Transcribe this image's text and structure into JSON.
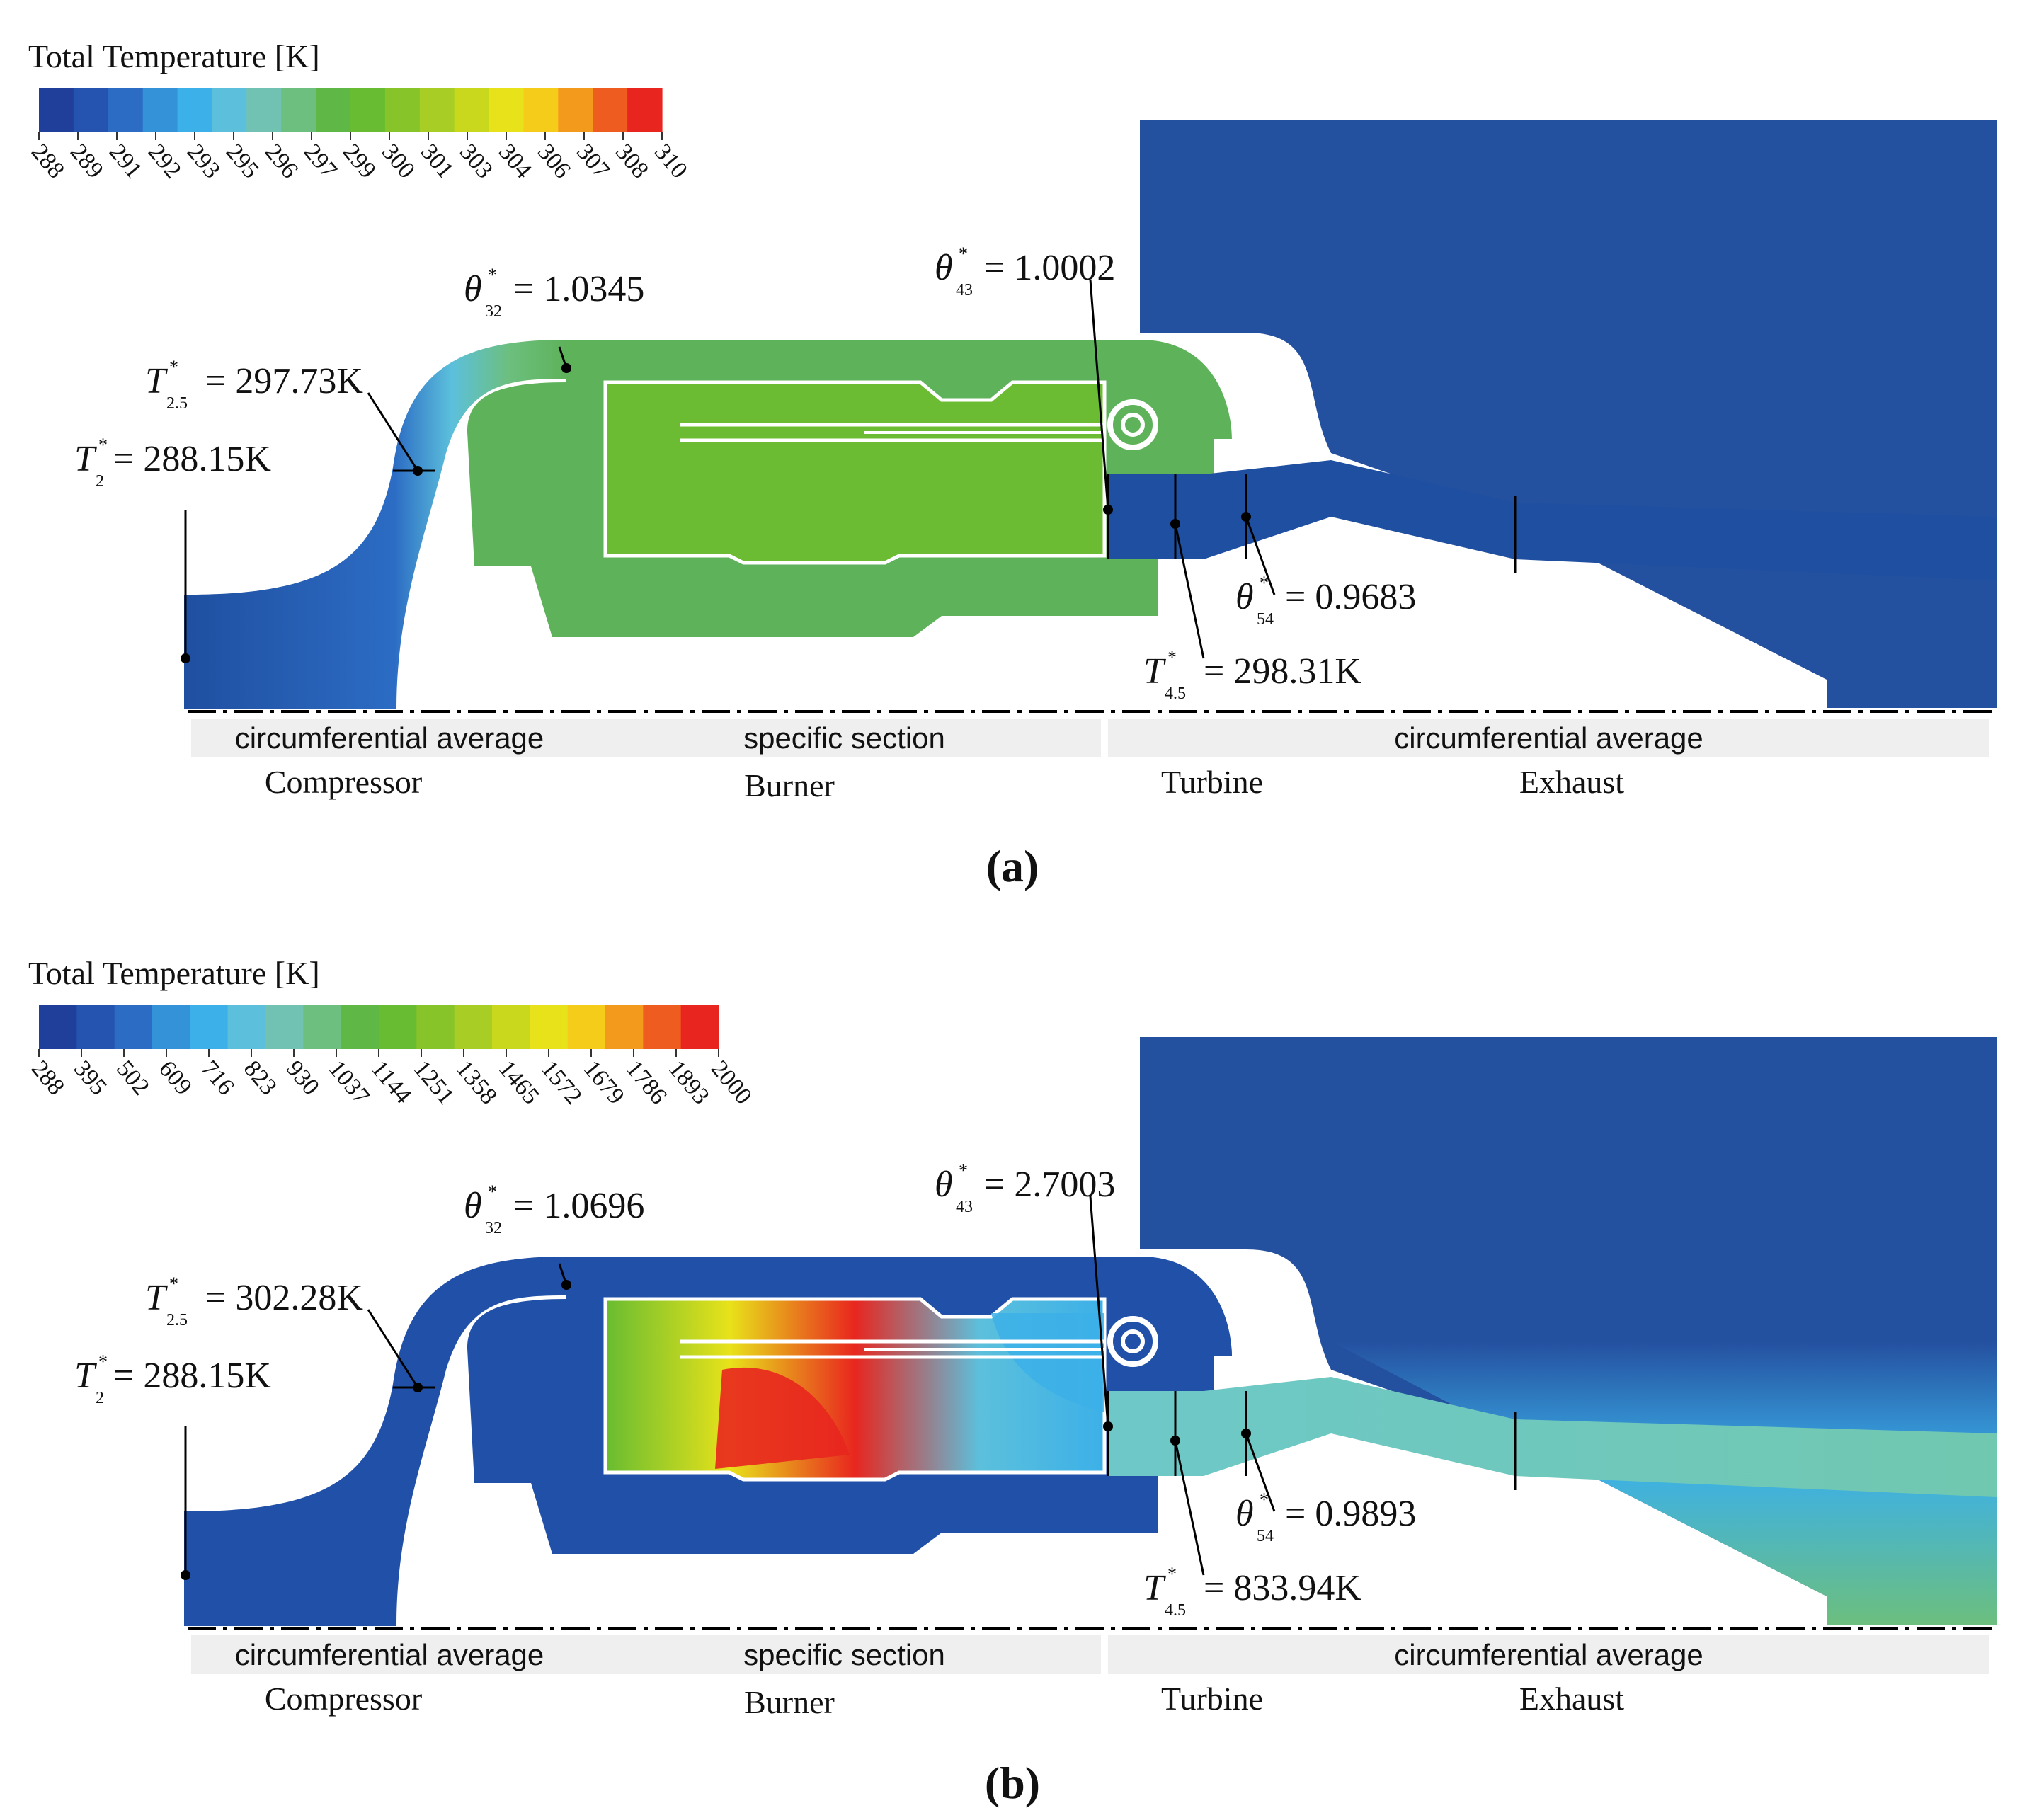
{
  "panels": [
    {
      "id": "a",
      "caption": "(a)",
      "colorbar": {
        "title": "Total Temperature  [K]",
        "ticks": [
          "288",
          "289",
          "291",
          "292",
          "293",
          "295",
          "296",
          "297",
          "299",
          "300",
          "301",
          "303",
          "304",
          "306",
          "307",
          "308",
          "310"
        ],
        "colors": [
          "#1f3f9b",
          "#2454b0",
          "#2c6cc4",
          "#3392d8",
          "#3cb0e8",
          "#5cc0dc",
          "#72c2b4",
          "#6cbf7e",
          "#5fb845",
          "#68bc31",
          "#86c42a",
          "#a8cd24",
          "#cad81d",
          "#e8e21a",
          "#f6cc1a",
          "#f39a1d",
          "#ef5c1f",
          "#e8261f"
        ],
        "region_colors": {
          "compressor": "#5eb25a",
          "burner": "#6cbc33",
          "duct": "#1f4fa0",
          "background": "#2450a0"
        }
      },
      "annotations": {
        "t2": {
          "sym": "T",
          "sup": "*",
          "sub": "2",
          "value": "= 288.15K"
        },
        "t25": {
          "sym": "T",
          "sup": "*",
          "sub": "2.5",
          "value": "= 297.73K"
        },
        "th32": {
          "sym": "θ",
          "sup": "*",
          "sub": "32",
          "value": "= 1.0345"
        },
        "th43": {
          "sym": "θ",
          "sup": "*",
          "sub": "43",
          "value": "= 1.0002"
        },
        "th54": {
          "sym": "θ",
          "sup": "*",
          "sub": "54",
          "value": "= 0.9683"
        },
        "t45": {
          "sym": "T",
          "sup": "*",
          "sub": "4.5",
          "value": "= 298.31K"
        }
      },
      "bands": [
        "circumferential average",
        "specific section",
        "circumferential average"
      ],
      "components": [
        "Compressor",
        "Burner",
        "Turbine",
        "Exhaust"
      ]
    },
    {
      "id": "b",
      "caption": "(b)",
      "colorbar": {
        "title": "Total Temperature  [K]",
        "ticks": [
          "288",
          "395",
          "502",
          "609",
          "716",
          "823",
          "930",
          "1037",
          "1144",
          "1251",
          "1358",
          "1465",
          "1572",
          "1679",
          "1786",
          "1893",
          "2000"
        ],
        "colors": [
          "#1f3f9b",
          "#2454b0",
          "#2c6cc4",
          "#3392d8",
          "#3cb0e8",
          "#5cc0dc",
          "#72c2b4",
          "#6cbf7e",
          "#5fb845",
          "#68bc31",
          "#86c42a",
          "#a8cd24",
          "#cad81d",
          "#e8e21a",
          "#f6cc1a",
          "#f39a1d",
          "#ef5c1f",
          "#e8261f"
        ],
        "region_colors": {
          "compressor": "#2050a8",
          "burner": "#2a5db5",
          "duct": "#6ec8c8",
          "background": "#2450a0"
        }
      },
      "annotations": {
        "t2": {
          "sym": "T",
          "sup": "*",
          "sub": "2",
          "value": "= 288.15K"
        },
        "t25": {
          "sym": "T",
          "sup": "*",
          "sub": "2.5",
          "value": "= 302.28K"
        },
        "th32": {
          "sym": "θ",
          "sup": "*",
          "sub": "32",
          "value": "= 1.0696"
        },
        "th43": {
          "sym": "θ",
          "sup": "*",
          "sub": "43",
          "value": "= 2.7003"
        },
        "th54": {
          "sym": "θ",
          "sup": "*",
          "sub": "54",
          "value": "= 0.9893"
        },
        "t45": {
          "sym": "T",
          "sup": "*",
          "sub": "4.5",
          "value": "= 833.94K"
        }
      },
      "bands": [
        "circumferential average",
        "specific section",
        "circumferential average"
      ],
      "components": [
        "Compressor",
        "Burner",
        "Turbine",
        "Exhaust"
      ]
    }
  ]
}
